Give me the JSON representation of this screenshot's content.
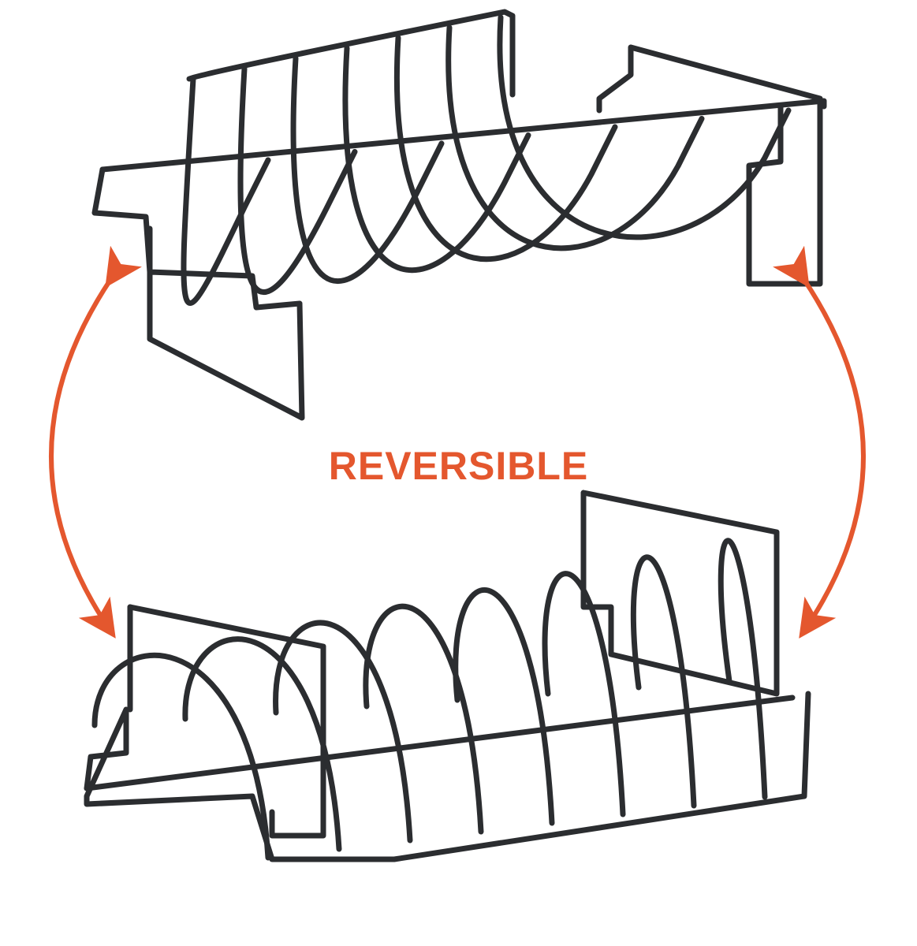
{
  "caption": "REVERSIBLE",
  "colors": {
    "accent": "#e4572e",
    "wire": "#2b2d30",
    "background": "#ffffff"
  },
  "images": {
    "top": "rib-rack-cradle-position",
    "bottom": "rib-rack-arch-position"
  }
}
